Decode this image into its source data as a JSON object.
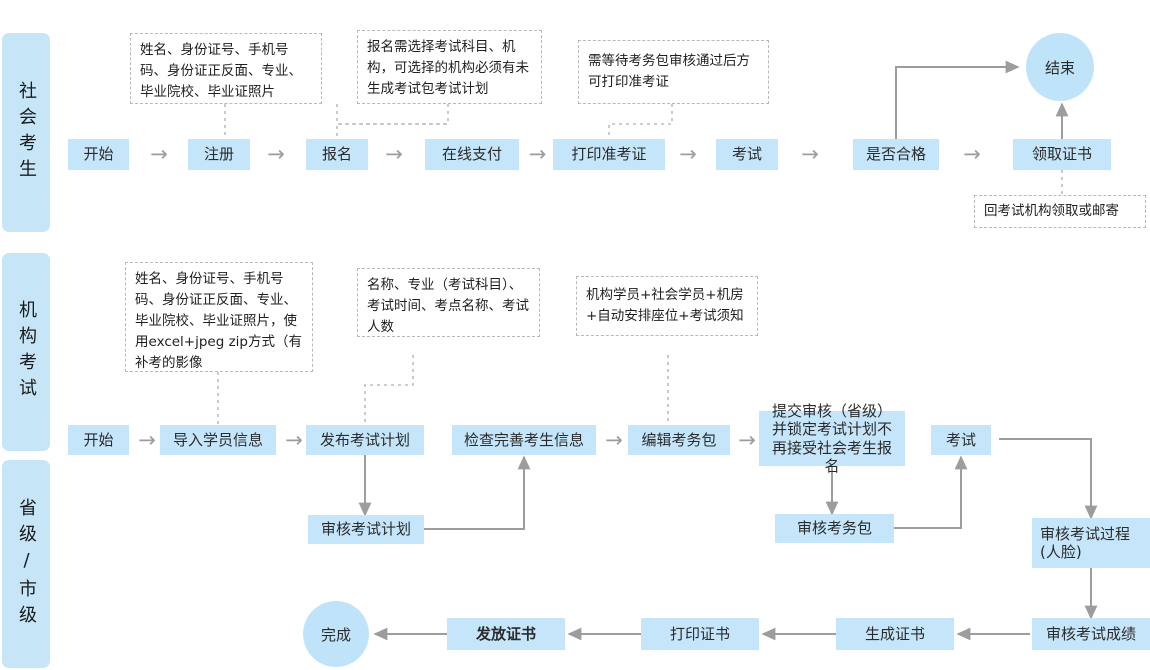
{
  "lanes": [
    {
      "label": "社会考生"
    },
    {
      "label": "机构考试"
    },
    {
      "label": "省级/市级"
    }
  ],
  "rows": {
    "candidate": {
      "nodes": [
        {
          "label": "开始"
        },
        {
          "label": "注册"
        },
        {
          "label": "报名"
        },
        {
          "label": "在线支付"
        },
        {
          "label": "打印准考证"
        },
        {
          "label": "考试"
        },
        {
          "label": "是否合格"
        },
        {
          "label": "领取证书"
        }
      ],
      "terminal": {
        "label": "结束"
      },
      "notes": [
        {
          "label": "姓名、身份证号、手机号码、身份证正反面、专业、毕业院校、毕业证照片"
        },
        {
          "label": "报名需选择考试科目、机构，可选择的机构必须有未生成考试包考试计划"
        },
        {
          "label": "需等待考务包审核通过后方可打印准考证"
        },
        {
          "label": "回考试机构领取或邮寄"
        }
      ]
    },
    "institution": {
      "nodes": [
        {
          "label": "开始"
        },
        {
          "label": "导入学员信息"
        },
        {
          "label": "发布考试计划"
        },
        {
          "label": "检查完善考生信息"
        },
        {
          "label": "编辑考务包"
        },
        {
          "label": "提交审核（省级）并锁定考试计划不再接受社会考生报名"
        },
        {
          "label": "考试"
        }
      ],
      "notes": [
        {
          "label": "姓名、身份证号、手机号码、身份证正反面、专业、毕业院校、毕业证照片，使用excel+jpeg zip方式（有补考的影像"
        },
        {
          "label": "名称、专业（考试科目）、考试时间、考点名称、考试人数"
        },
        {
          "label": "机构学员+社会学员+机房+自动安排座位+考试须知"
        }
      ]
    },
    "province": {
      "nodes": [
        {
          "label": "审核考试计划"
        },
        {
          "label": "审核考务包"
        },
        {
          "label": "审核考试过程(人脸)"
        },
        {
          "label": "审核考试成绩"
        },
        {
          "label": "生成证书"
        },
        {
          "label": "打印证书"
        },
        {
          "label": "发放证书"
        }
      ],
      "terminal": {
        "label": "完成"
      }
    }
  },
  "arrow_glyph": "→",
  "colors": {
    "node_fill": "#c5e6fa",
    "lane_fill": "#c6e6f8",
    "circle_fill": "#bfe4fa",
    "connector": "#9d9d9d",
    "note_border": "#b9b9b9",
    "text": "#2b2b2b"
  }
}
